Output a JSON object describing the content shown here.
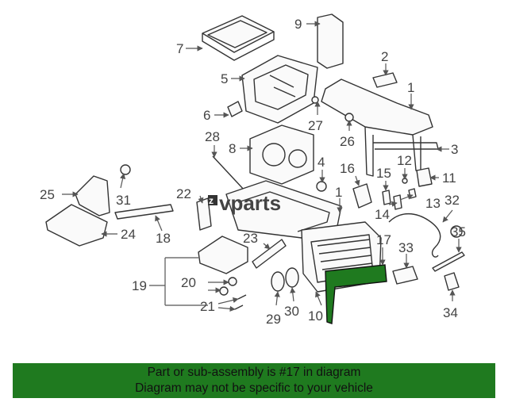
{
  "brand": {
    "prefix": "z",
    "name": "vparts"
  },
  "callouts": [
    "1",
    "1",
    "2",
    "3",
    "5",
    "6",
    "7",
    "8",
    "9",
    "4",
    "10",
    "11",
    "12",
    "13",
    "14",
    "15",
    "16",
    "17",
    "18",
    "19",
    "20",
    "21",
    "22",
    "23",
    "24",
    "25",
    "26",
    "27",
    "28",
    "29",
    "30",
    "31",
    "32",
    "33",
    "34",
    "35"
  ],
  "highlight": {
    "part": "17",
    "color": "#1f7a1f"
  },
  "banner": {
    "line1": "Part or sub-assembly is #17 in diagram",
    "line2": "Diagram may not be specific to your vehicle",
    "color": "#1f7a1f"
  }
}
